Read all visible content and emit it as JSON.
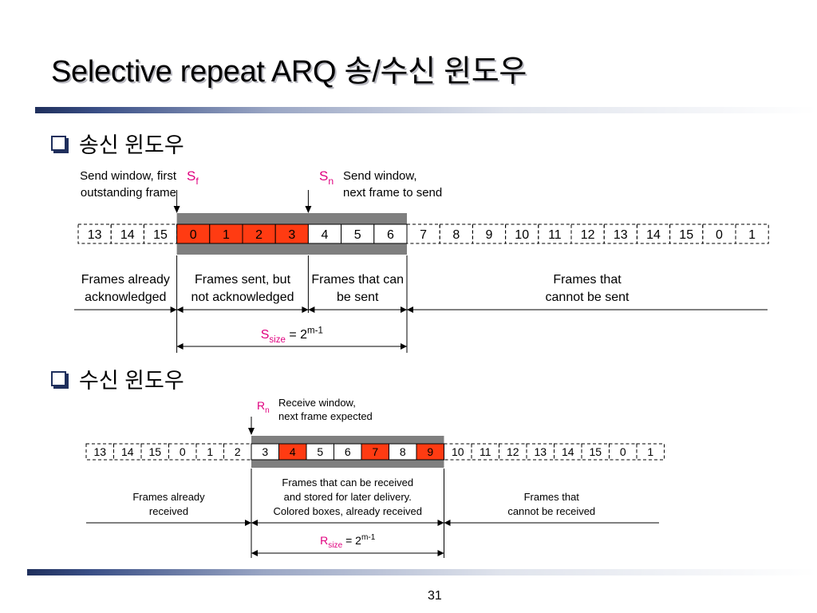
{
  "slide": {
    "title": "Selective repeat ARQ 송/수신 윈도우",
    "page_number": "31"
  },
  "send_section": {
    "bullet_label": "송신 윈도우",
    "frames": [
      "13",
      "14",
      "15",
      "0",
      "1",
      "2",
      "3",
      "4",
      "5",
      "6",
      "7",
      "8",
      "9",
      "10",
      "11",
      "12",
      "13",
      "14",
      "15",
      "0",
      "1"
    ],
    "sent_indices": [
      3,
      4,
      5,
      6
    ],
    "window_start": 3,
    "window_end": 10,
    "sf_label": {
      "main": "S",
      "sub": "f"
    },
    "sn_label": {
      "main": "S",
      "sub": "n"
    },
    "sf_caption": [
      "Send window, first",
      "outstanding frame"
    ],
    "sn_caption": [
      "Send window,",
      "next frame to send"
    ],
    "regions": [
      [
        "Frames already",
        "acknowledged"
      ],
      [
        "Frames sent, but",
        "not acknowledged"
      ],
      [
        "Frames that can",
        "be sent"
      ],
      [
        "Frames that",
        "cannot be sent"
      ]
    ],
    "size_label": {
      "main": "S",
      "sub": "size",
      "eq": " = 2",
      "sup": "m-1"
    }
  },
  "receive_section": {
    "bullet_label": "수신 윈도우",
    "frames": [
      "13",
      "14",
      "15",
      "0",
      "1",
      "2",
      "3",
      "4",
      "5",
      "6",
      "7",
      "8",
      "9",
      "10",
      "11",
      "12",
      "13",
      "14",
      "15",
      "0",
      "1"
    ],
    "received_indices": [
      7,
      10,
      12
    ],
    "window_start": 6,
    "window_end": 13,
    "rn_label": {
      "main": "R",
      "sub": "n"
    },
    "rn_caption": [
      "Receive window,",
      "next frame expected"
    ],
    "regions": [
      [
        "Frames already",
        "received"
      ],
      [
        "Frames that can be received",
        "and stored for later delivery.",
        "Colored boxes, already received"
      ],
      [
        "Frames that",
        "cannot be received"
      ]
    ],
    "size_label": {
      "main": "R",
      "sub": "size",
      "eq": " = 2",
      "sup": "m-1"
    }
  },
  "colors": {
    "sent_fill": "#ff3b12",
    "window_gray": "#7f7f7f",
    "label_magenta": "#e0007f",
    "accent_navy": "#1f2f5c"
  }
}
